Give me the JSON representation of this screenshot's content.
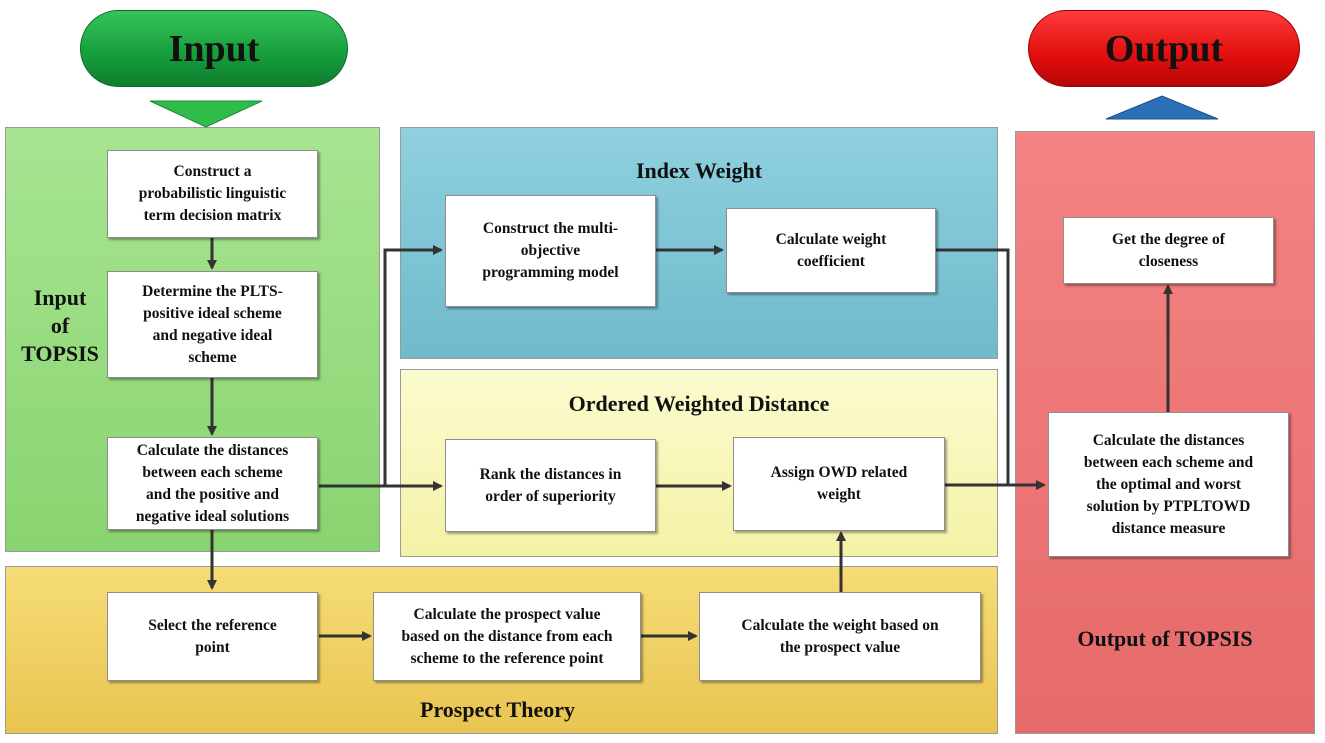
{
  "header": {
    "input_label": "Input",
    "output_label": "Output"
  },
  "regions": {
    "input_topsis": "Input\nof\nTOPSIS",
    "index_weight": "Index Weight",
    "owd": "Ordered Weighted Distance",
    "prospect_theory": "Prospect Theory",
    "output_topsis": "Output of TOPSIS"
  },
  "boxes": {
    "construct_matrix": "Construct a\nprobabilistic linguistic\nterm decision matrix",
    "determine_plts": "Determine the PLTS-\npositive ideal scheme\nand negative ideal\nscheme",
    "calc_distances": "Calculate the distances\nbetween each scheme\nand the positive and\nnegative ideal solutions",
    "construct_model": "Construct the multi-\nobjective\nprogramming model",
    "calc_weight_coef": "Calculate weight\ncoefficient",
    "rank_distances": "Rank the distances in\norder of superiority",
    "assign_owd": "Assign OWD  related\nweight",
    "select_reference": "Select the reference\npoint",
    "calc_prospect": "Calculate the prospect value\nbased on the distance from each\nscheme to the reference point",
    "calc_weight_prospect": "Calculate the weight based on\nthe prospect value",
    "calc_distances_optimal": "Calculate the distances\nbetween each scheme and\nthe optimal and worst\nsolution by PTPLTOWD\ndistance measure",
    "degree_closeness": "Get the degree of\ncloseness"
  },
  "colors": {
    "input_pill": "#1fa847",
    "output_pill": "#e41111",
    "input_region": "#97db7f",
    "index_weight_region": "#7ec4d4",
    "owd_region": "#f8f6bb",
    "prospect_region": "#f0d064",
    "output_region": "#ee7676",
    "arrow": "#333333",
    "input_triangle": "#2ebd4b",
    "output_triangle": "#2b6fb8"
  }
}
